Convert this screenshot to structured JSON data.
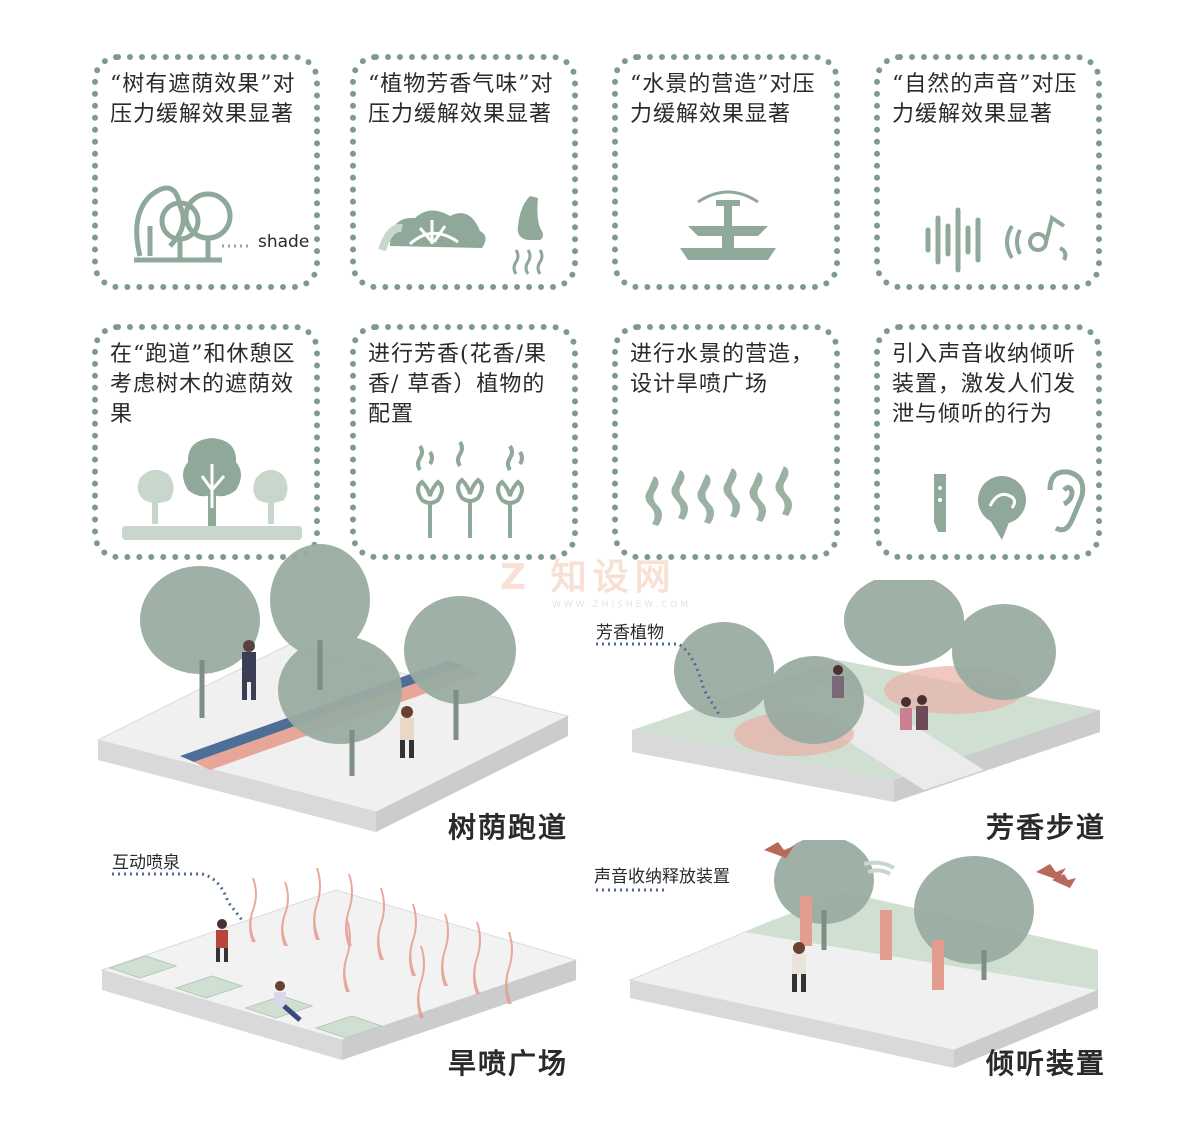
{
  "colors": {
    "icon_green": "#8fa89a",
    "dotted_border": "#7f9a8c",
    "track_blue": "#4d6e96",
    "track_pink": "#e8a698",
    "fountain_pink": "#e79a8c",
    "platform_grey": "#e5e5e5",
    "lawn_green": "#cfe0d3"
  },
  "cards": [
    {
      "text": "“树有遮荫效果”对压力缓解效果显著",
      "icon": "tree-shade-icon",
      "icon_label": "shade"
    },
    {
      "text": "“植物芳香气味”对压力缓解效果显著",
      "icon": "plant-and-nose-icon"
    },
    {
      "text": "“水景的营造”对压力缓解效果显著",
      "icon": "fountain-icon"
    },
    {
      "text": "“自然的声音”对压力缓解效果显著",
      "icon": "sound-wave-icon"
    },
    {
      "text": "在“跑道”和休憩区考虑树木的遮荫效果",
      "icon": "trees-icon"
    },
    {
      "text": "进行芳香(花香/果香/ 草香）植物的配置",
      "icon": "fragrant-flowers-icon"
    },
    {
      "text": "进行水景的营造，设计旱喷广场",
      "icon": "water-jets-icon"
    },
    {
      "text": "引入声音收纳倾听装置，激发人们发泄与倾听的行为",
      "icon": "listening-device-icon"
    }
  ],
  "watermark": {
    "main": "Z 知设网",
    "sub": "WWW.ZHISHEW.COM"
  },
  "scenes": {
    "shade_track": {
      "title": "树荫跑道"
    },
    "fragrance_path": {
      "title": "芳香步道",
      "callout": "芳香植物"
    },
    "dry_fountain": {
      "title": "旱喷广场",
      "callout": "互动喷泉"
    },
    "listening": {
      "title": "倾听装置",
      "callout": "声音收纳释放装置"
    }
  }
}
